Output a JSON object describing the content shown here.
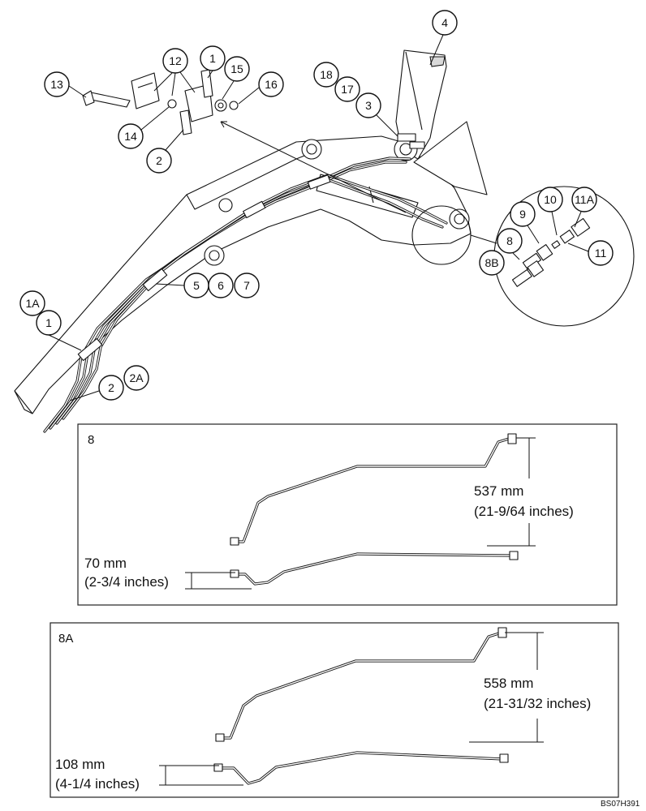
{
  "callouts": {
    "c1a": "1A",
    "c1_left": "1",
    "c2_left": "2",
    "c2a": "2A",
    "c5": "5",
    "c6": "6",
    "c7": "7",
    "c13": "13",
    "c12": "12",
    "c1_top": "1",
    "c15": "15",
    "c16": "16",
    "c14": "14",
    "c2_top": "2",
    "c18": "18",
    "c17": "17",
    "c3": "3",
    "c4": "4",
    "c9": "9",
    "c10": "10",
    "c11a": "11A",
    "c8": "8",
    "c8b": "8B",
    "c11": "11"
  },
  "panel_8": {
    "label": "8",
    "dim_height_mm": "537 mm",
    "dim_height_in": "(21-9/64 inches)",
    "dim_offset_mm": "70 mm",
    "dim_offset_in": "(2-3/4 inches)"
  },
  "panel_8a": {
    "label": "8A",
    "dim_height_mm": "558 mm",
    "dim_height_in": "(21-31/32 inches)",
    "dim_offset_mm": "108 mm",
    "dim_offset_in": "(4-1/4 inches)"
  },
  "reference_code": "BS07H391"
}
